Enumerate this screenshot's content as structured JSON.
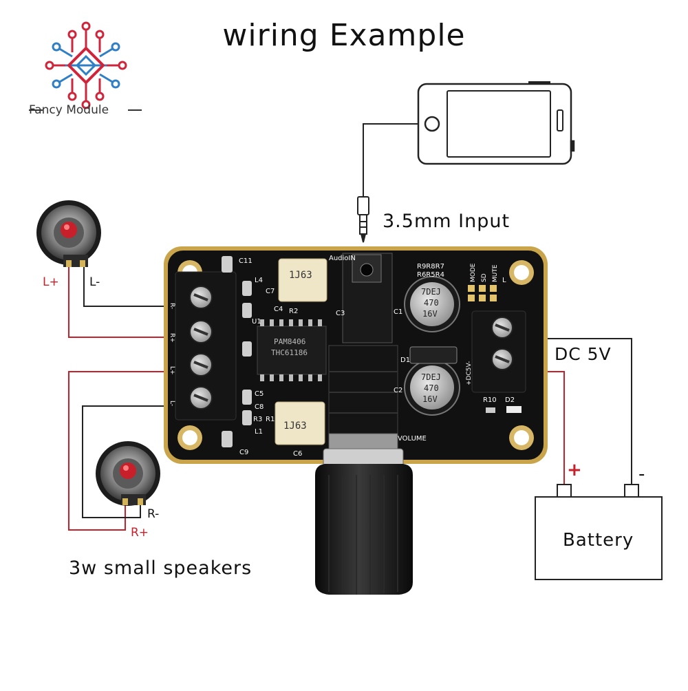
{
  "title": "wiring Example",
  "brand": {
    "name": "Fancy Module",
    "icon": "circuit-logo-icon"
  },
  "labels": {
    "input": "3.5mm Input",
    "dc_power": "DC 5V",
    "speakers": "3w small speakers",
    "battery": "Battery",
    "left_plus": "L+",
    "left_minus": "L-",
    "right_minus": "R-",
    "right_plus": "R+",
    "battery_plus": "+",
    "battery_minus": "-"
  },
  "board": {
    "chip_line1": "PAM8406",
    "chip_line2": "THC61186",
    "cap_marking_line1": "7DEJ",
    "cap_marking_line2": "470",
    "cap_marking_line3": "16V",
    "inductor_marking": "1J63",
    "volume": "VOLUME",
    "audio_in": "AudioIN",
    "mode": "MODE",
    "sd": "SD",
    "mute": "MUTE",
    "c11": "C11",
    "c7": "C7",
    "c4": "C4",
    "c1": "C1",
    "c2": "C2",
    "c3": "C3",
    "c5": "C5",
    "c6": "C6",
    "c8": "C8",
    "c9": "C9",
    "l1": "L1",
    "l4": "L4",
    "r1": "R1",
    "r2": "R2",
    "r3": "R3",
    "r10": "R10",
    "u1": "U1",
    "d1": "D1",
    "d2": "D2",
    "resistors_top1": "R9R8R7",
    "resistors_top2": "R6R5R4",
    "dc5v": "+DC5V-",
    "out_r": "R-",
    "out_r2": "R+",
    "out_l": "L+",
    "out_l2": "L-",
    "small_l": "L"
  },
  "colors": {
    "wire_red": "#c8202a",
    "wire_black": "#222222",
    "board": "#111111",
    "board_edge": "#c9a44a",
    "cap_body": "#1a1a1a",
    "inductor": "#efe6c8",
    "logo_red": "#d0243b",
    "logo_blue": "#2f7fc6"
  }
}
